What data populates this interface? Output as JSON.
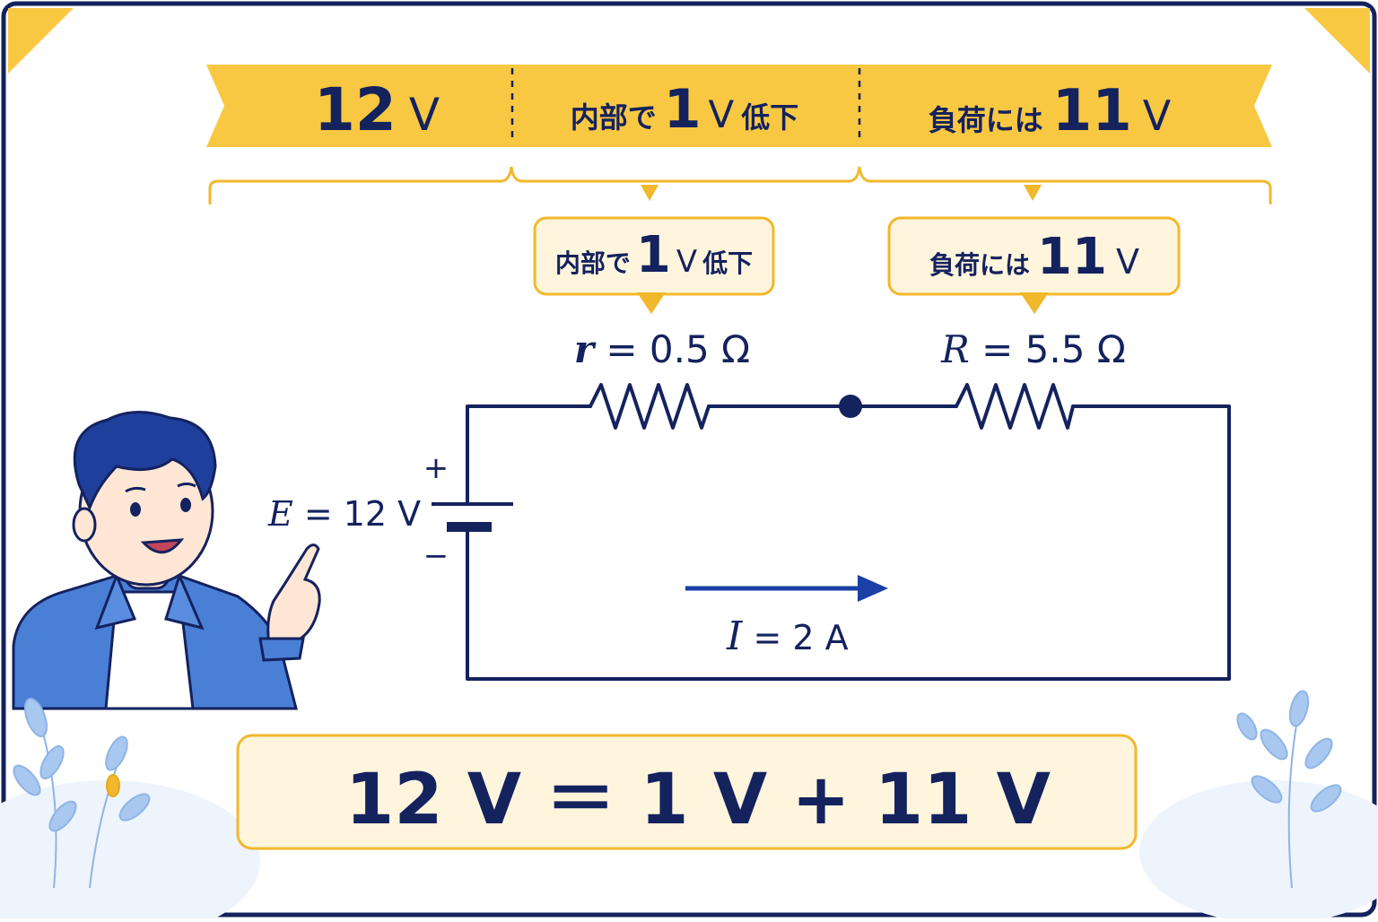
{
  "colors": {
    "navy": "#14225e",
    "gold": "#f8c842",
    "gold_border": "#f2b82c",
    "cream": "#fff5dd",
    "blue_arrow": "#1a3fa6",
    "jacket": "#4a7fd6",
    "leaf": "#a9c8ef"
  },
  "banner": {
    "segments": [
      {
        "value": "12",
        "unit": "V"
      },
      {
        "prefix": "内部で",
        "value": "1",
        "unit": "V",
        "suffix": "低下"
      },
      {
        "prefix": "負荷には",
        "value": "11",
        "unit": "V"
      }
    ]
  },
  "callouts": {
    "internal": {
      "prefix": "内部で",
      "value": "1",
      "unit": "V",
      "suffix": "低下"
    },
    "load": {
      "prefix": "負荷には",
      "value": "11",
      "unit": "V"
    }
  },
  "circuit": {
    "internal_resistor": {
      "symbol": "r",
      "eq": " = 0.5 Ω"
    },
    "load_resistor": {
      "symbol": "R",
      "eq": " = 5.5 Ω"
    },
    "battery": {
      "symbol": "E",
      "eq": " = 12 V",
      "plus": "+",
      "minus": "−"
    },
    "current": {
      "symbol": "I",
      "eq": " = 2 A"
    }
  },
  "equation": {
    "text": "12 V ＝ 1 V + 11 V"
  },
  "icons": {
    "character": "teacher-pointing-icon",
    "plant": "leaf-sprig-icon"
  }
}
